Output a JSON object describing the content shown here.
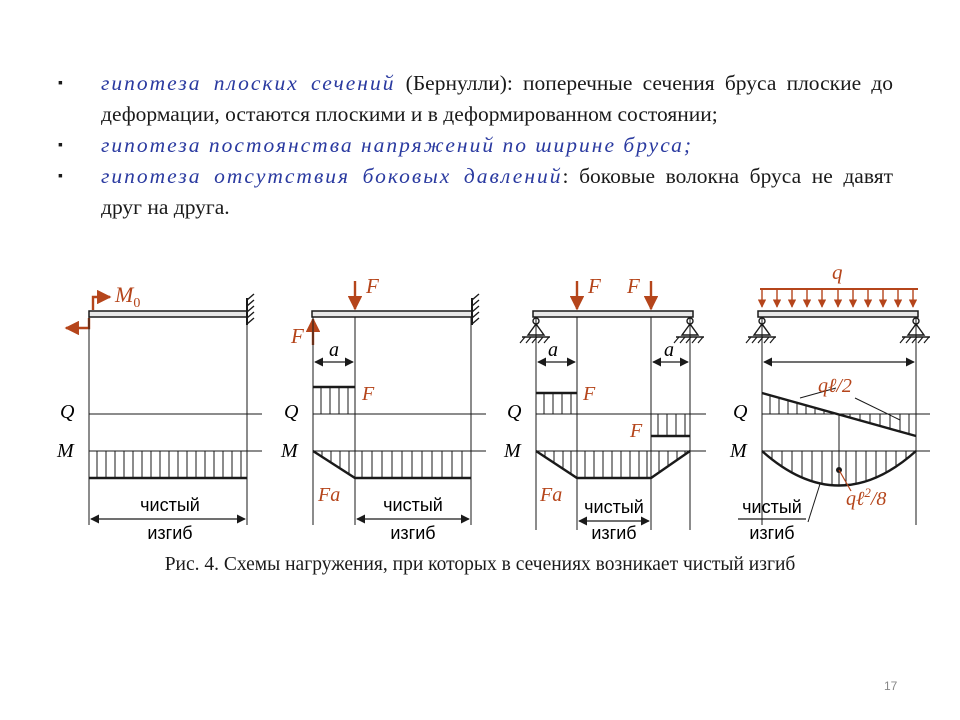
{
  "bullets": [
    {
      "term": "гипотеза плоских сечений",
      "text": " (Бернулли): поперечные сечения бруса плоские до деформации, остаются плоскими и в деформированном состоянии;"
    },
    {
      "term": "гипотеза постоянства напряжений по ширине бруса;",
      "text": ""
    },
    {
      "term": "гипотеза отсутствия боковых давлений",
      "text": ": боковые волокна бруса не давят друг на друга."
    }
  ],
  "bullet_marker": "▪",
  "figure": {
    "label_Q": "Q",
    "label_M": "M",
    "pure_bending": [
      "чистый",
      "изгиб"
    ],
    "d1": {
      "moment": "M",
      "moment_sub": "0"
    },
    "d2": {
      "force_top": "F",
      "force_left": "F",
      "dim": "a",
      "q_label": "F",
      "m_label": "Fa"
    },
    "d3": {
      "force_1": "F",
      "force_2": "F",
      "dim_left": "a",
      "dim_right": "a",
      "q_top": "F",
      "q_bottom": "F",
      "m_label": "Fa"
    },
    "d4": {
      "load": "q",
      "q_label_main": "qℓ/2",
      "m_label_main": "qℓ",
      "m_label_sup": "2",
      "m_label_tail": "/8"
    }
  },
  "caption": "Рис. 4. Схемы нагружения, при которых  в сечениях возникает чистый изгиб",
  "page_number": "17",
  "colors": {
    "term": "#2a3aa0",
    "force": "#b5451b",
    "ink": "#1a1a1a"
  }
}
